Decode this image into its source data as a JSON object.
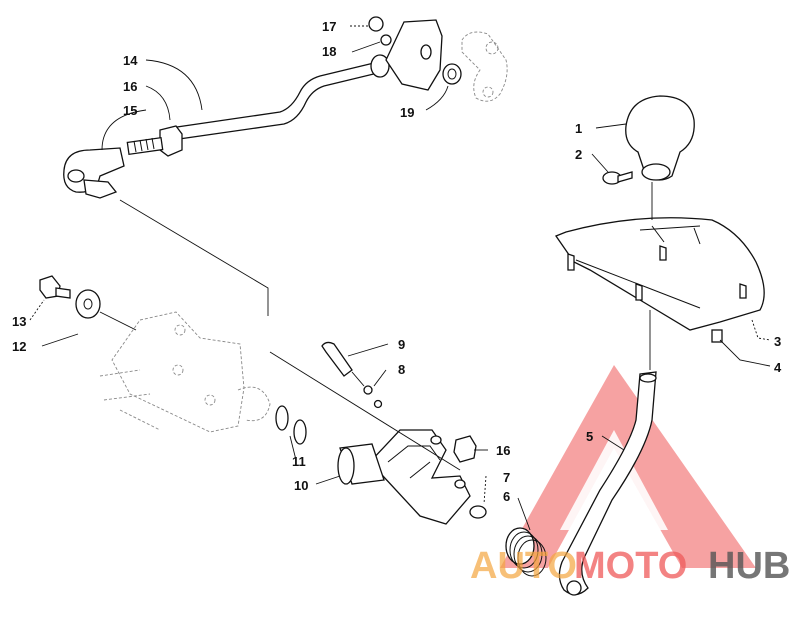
{
  "callouts": [
    {
      "id": "1",
      "text": "1"
    },
    {
      "id": "2",
      "text": "2"
    },
    {
      "id": "3",
      "text": "3"
    },
    {
      "id": "4",
      "text": "4"
    },
    {
      "id": "5",
      "text": "5"
    },
    {
      "id": "6",
      "text": "6"
    },
    {
      "id": "7",
      "text": "7"
    },
    {
      "id": "8",
      "text": "8"
    },
    {
      "id": "9",
      "text": "9"
    },
    {
      "id": "10",
      "text": "10"
    },
    {
      "id": "11",
      "text": "11"
    },
    {
      "id": "12",
      "text": "12"
    },
    {
      "id": "13",
      "text": "13"
    },
    {
      "id": "14",
      "text": "14"
    },
    {
      "id": "15",
      "text": "15"
    },
    {
      "id": "16a",
      "text": "16"
    },
    {
      "id": "16b",
      "text": "16"
    },
    {
      "id": "17",
      "text": "17"
    },
    {
      "id": "18",
      "text": "18"
    },
    {
      "id": "19",
      "text": "19"
    }
  ],
  "watermark": {
    "part1": "AUTO",
    "part2": "MOTO",
    "part3": "HUB",
    "color_orange": "#f4a640",
    "color_red": "#ef5a5a",
    "color_gray": "#555555"
  }
}
